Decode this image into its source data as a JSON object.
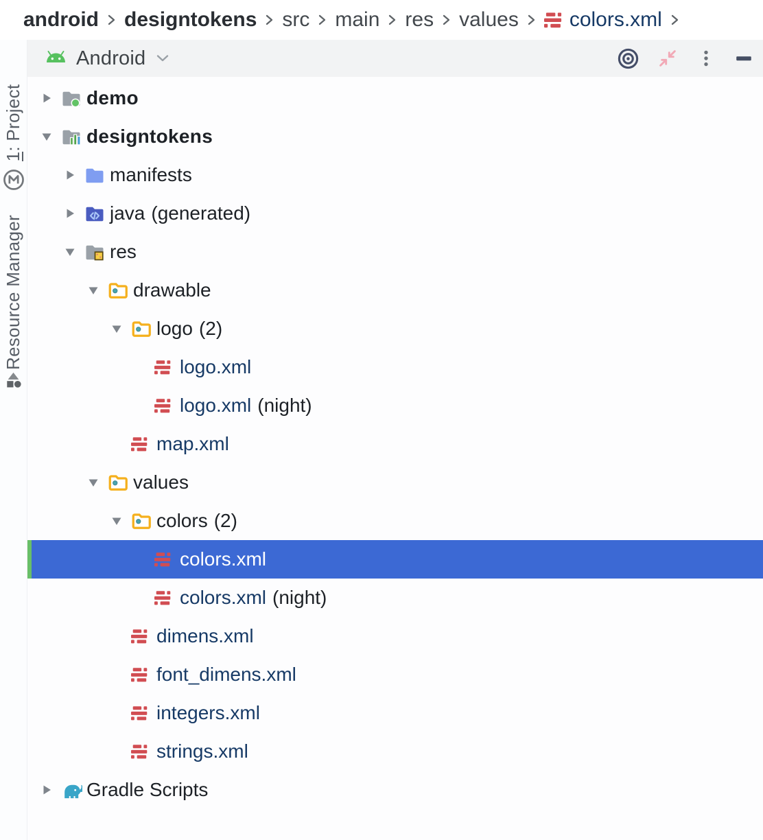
{
  "breadcrumb": {
    "items": [
      {
        "label": "android",
        "bold": true
      },
      {
        "label": "designtokens",
        "bold": true
      },
      {
        "label": "src"
      },
      {
        "label": "main"
      },
      {
        "label": "res"
      },
      {
        "label": "values"
      },
      {
        "label": "colors.xml",
        "file": true,
        "icon": "xml-file"
      }
    ]
  },
  "sidebar": {
    "tabs": [
      {
        "mnemonic": "1",
        "rest": ": Project",
        "icon": "project-tool",
        "name": "project"
      },
      {
        "label": "Resource Manager",
        "icon": "resource-manager-tool",
        "name": "resource-manager"
      }
    ]
  },
  "header": {
    "title": "Android",
    "view_icon": "android-head",
    "dropdown_icon": "chevron-down",
    "actions": [
      {
        "name": "locate-file-button",
        "icon": "target"
      },
      {
        "name": "collapse-all-button",
        "icon": "collapse"
      },
      {
        "name": "more-options-button",
        "icon": "kebab"
      },
      {
        "name": "hide-panel-button",
        "icon": "minimize"
      }
    ]
  },
  "tree": {
    "rows": [
      {
        "label": "demo",
        "level": 0,
        "expand": "collapsed",
        "icon": "android-module-folder",
        "kind": "folder",
        "bold": true
      },
      {
        "label": "designtokens",
        "level": 0,
        "expand": "expanded",
        "icon": "android-library-folder",
        "kind": "folder",
        "bold": true
      },
      {
        "label": "manifests",
        "level": 1,
        "expand": "collapsed",
        "icon": "manifests-folder",
        "kind": "folder"
      },
      {
        "label": "java",
        "suffix": "(generated)",
        "level": 1,
        "expand": "collapsed",
        "icon": "java-generated-folder",
        "kind": "folder"
      },
      {
        "label": "res",
        "level": 1,
        "expand": "expanded",
        "icon": "res-folder",
        "kind": "folder"
      },
      {
        "label": "drawable",
        "level": 2,
        "expand": "expanded",
        "icon": "resource-folder",
        "kind": "folder"
      },
      {
        "label": "logo",
        "suffix": "(2)",
        "level": 3,
        "expand": "expanded",
        "icon": "resource-folder",
        "kind": "folder"
      },
      {
        "label": "logo.xml",
        "level": 4,
        "expand": "none",
        "icon": "xml-file",
        "kind": "file"
      },
      {
        "label": "logo.xml",
        "suffix": "(night)",
        "level": 4,
        "expand": "none",
        "icon": "xml-file",
        "kind": "file"
      },
      {
        "label": "map.xml",
        "level": 3,
        "expand": "none",
        "icon": "xml-file",
        "kind": "file"
      },
      {
        "label": "values",
        "level": 2,
        "expand": "expanded",
        "icon": "resource-folder",
        "kind": "folder"
      },
      {
        "label": "colors",
        "suffix": "(2)",
        "level": 3,
        "expand": "expanded",
        "icon": "resource-folder",
        "kind": "folder"
      },
      {
        "label": "colors.xml",
        "level": 4,
        "expand": "none",
        "icon": "xml-file",
        "kind": "file",
        "selected": true
      },
      {
        "label": "colors.xml",
        "suffix": "(night)",
        "level": 4,
        "expand": "none",
        "icon": "xml-file",
        "kind": "file"
      },
      {
        "label": "dimens.xml",
        "level": 3,
        "expand": "none",
        "icon": "xml-file",
        "kind": "file"
      },
      {
        "label": "font_dimens.xml",
        "level": 3,
        "expand": "none",
        "icon": "xml-file",
        "kind": "file"
      },
      {
        "label": "integers.xml",
        "level": 3,
        "expand": "none",
        "icon": "xml-file",
        "kind": "file"
      },
      {
        "label": "strings.xml",
        "level": 3,
        "expand": "none",
        "icon": "xml-file",
        "kind": "file"
      },
      {
        "label": "Gradle Scripts",
        "level": 0,
        "expand": "collapsed",
        "icon": "gradle-elephant",
        "kind": "folder"
      }
    ]
  },
  "colors": {
    "selection_bg": "#3c69d4",
    "selection_stripe": "#69bf68",
    "xml_icon_red": "#d14d52",
    "resource_folder_yellow": "#f5b01d",
    "android_green": "#57c15f",
    "gradle_teal": "#39a5c8",
    "file_text_navy": "#173a66",
    "folder_text": "#1d2126",
    "selected_text": "#ffffff"
  }
}
